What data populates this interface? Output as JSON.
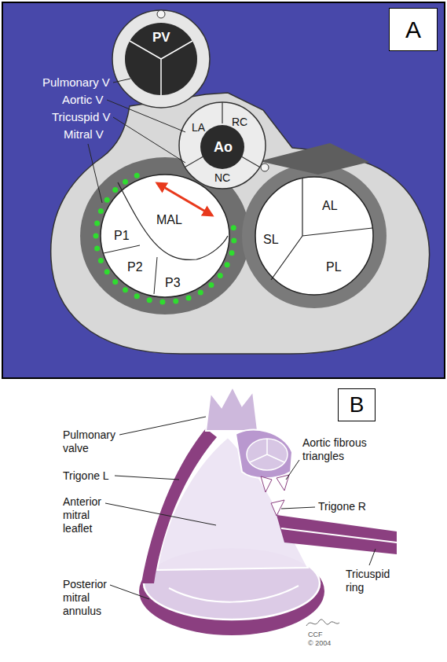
{
  "diagram": {
    "nodes": [
      {
        "text": [
          "A"
        ]
      },
      {
        "text": [
          "B"
        ]
      }
    ],
    "labels": [
      "Pulmonary V",
      "Aortic V",
      "Tricuspid V",
      "Mitral V",
      "PV",
      "LA",
      "RC",
      "Ao",
      "NC",
      "P1",
      "MAL",
      "AL",
      "SL",
      "P2",
      "PL",
      "P3",
      "Pulmonary valve",
      "Trigone L",
      "Aortic fibrous triangles",
      "Anterior mitral leaflet",
      "Trigone R",
      "Tricuspid ring",
      "Posterior mitral annulus",
      "CCF",
      "© 2004"
    ]
  }
}
